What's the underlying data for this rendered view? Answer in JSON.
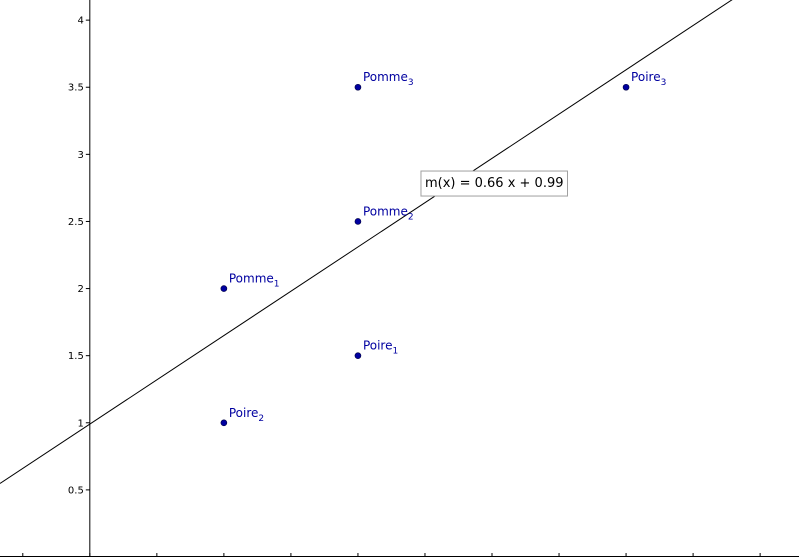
{
  "chart_data": {
    "type": "scatter",
    "title": "",
    "xlabel": "",
    "ylabel": "",
    "xlim": [
      -0.67,
      5.29
    ],
    "ylim": [
      0,
      4.15
    ],
    "x_ticks": [
      -0.5,
      0,
      0.5,
      1,
      1.5,
      2,
      2.5,
      3,
      3.5,
      4,
      4.5,
      5
    ],
    "y_ticks": [
      0.5,
      1,
      1.5,
      2,
      2.5,
      3,
      3.5,
      4
    ],
    "y_tick_labels": [
      "0.5",
      "1",
      "1.5",
      "2",
      "2.5",
      "3",
      "3.5",
      "4"
    ],
    "grid": false,
    "points": [
      {
        "base": "Pomme",
        "sub": "3",
        "x": 2,
        "y": 3.5
      },
      {
        "base": "Poire",
        "sub": "3",
        "x": 4,
        "y": 3.5
      },
      {
        "base": "Pomme",
        "sub": "2",
        "x": 2,
        "y": 2.5
      },
      {
        "base": "Pomme",
        "sub": "1",
        "x": 1,
        "y": 2
      },
      {
        "base": "Poire",
        "sub": "1",
        "x": 2,
        "y": 1.5
      },
      {
        "base": "Poire",
        "sub": "2",
        "x": 1,
        "y": 1
      }
    ],
    "line": {
      "slope": 0.66,
      "intercept": 0.99,
      "label": "m(x)  =  0.66 x + 0.99"
    },
    "colors": {
      "point": "#0000a0",
      "label": "#0000a0",
      "line": "#000000",
      "axis": "#000000",
      "box_border": "#a0a0a0"
    }
  }
}
